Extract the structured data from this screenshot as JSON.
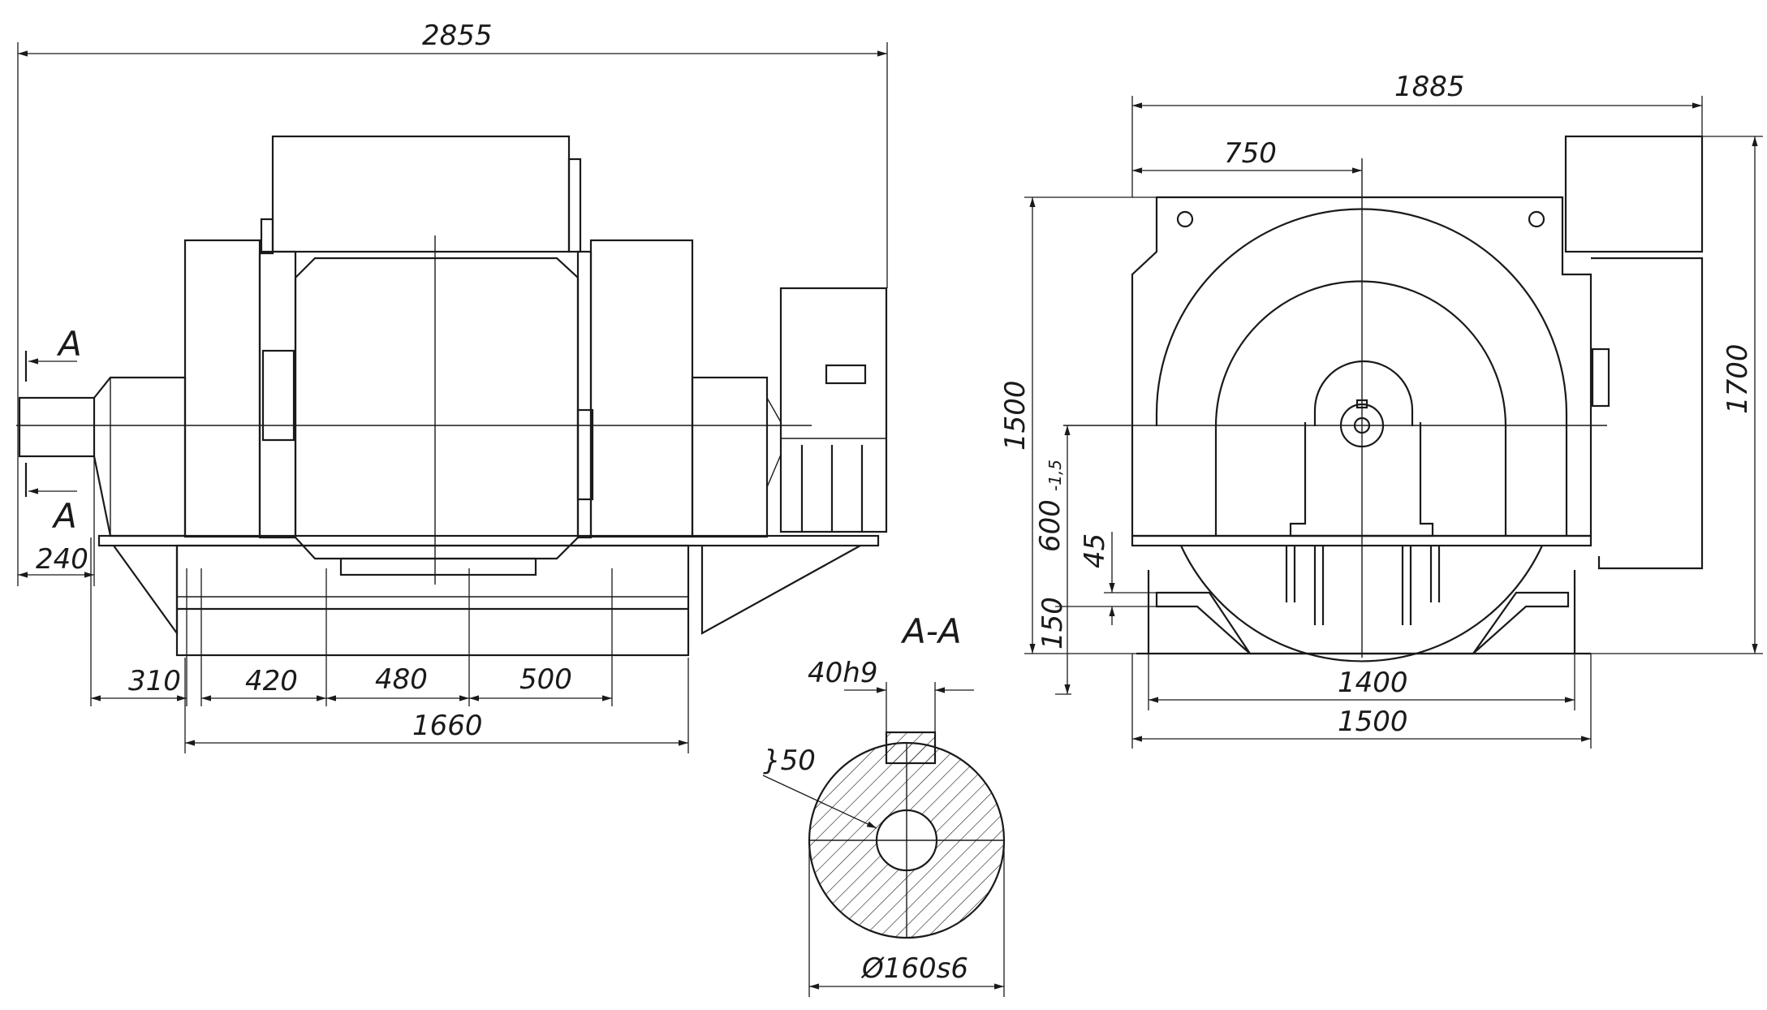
{
  "front_view": {
    "dims": {
      "overall_length": "2855",
      "shaft_end": "240",
      "d310": "310",
      "d420": "420",
      "d480": "480",
      "d500": "500",
      "base_length": "1660"
    },
    "section_mark_top": "A",
    "section_mark_bottom": "A"
  },
  "side_view": {
    "dims": {
      "overall_width": "1885",
      "center_offset": "750",
      "height_frame": "1500",
      "axis_height": "600",
      "axis_height_tol": "-1,5",
      "d45": "45",
      "d150": "150",
      "overall_height": "1700",
      "mount_span": "1400",
      "base_width": "1500"
    }
  },
  "section": {
    "title": "A-A",
    "key_width": "40h9",
    "bore": "}50",
    "shaft_diameter": "Ø160s6"
  },
  "colors": {
    "line": "#1a1a1a",
    "background": "#ffffff"
  }
}
